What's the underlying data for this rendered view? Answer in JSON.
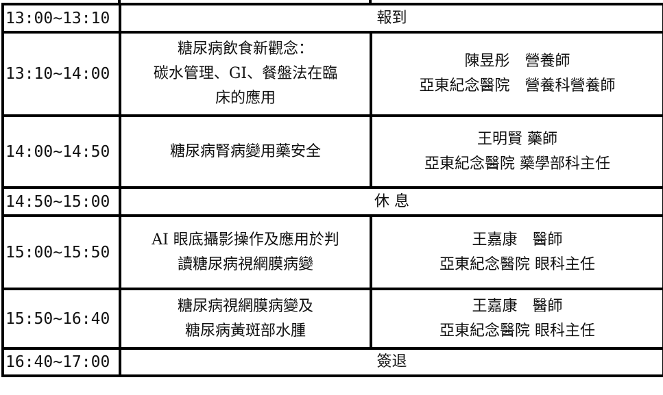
{
  "schedule": {
    "rows": [
      {
        "time": "13:00~13:10",
        "activity": "報到"
      },
      {
        "time": "13:10~14:00",
        "topic": [
          "糖尿病飲食新觀念：",
          "碳水管理、GI、餐盤法在臨",
          "床的應用"
        ],
        "speaker": [
          "陳昱彤　營養師",
          "亞東紀念醫院　營養科營養師"
        ]
      },
      {
        "time": "14:00~14:50",
        "topic": [
          "糖尿病腎病變用藥安全"
        ],
        "speaker": [
          "王明賢 藥師",
          "亞東紀念醫院 藥學部科主任"
        ]
      },
      {
        "time": "14:50~15:00",
        "activity": "休 息"
      },
      {
        "time": "15:00~15:50",
        "topic": [
          "AI 眼底攝影操作及應用於判",
          "讀糖尿病視網膜病變"
        ],
        "speaker": [
          "王嘉康　醫師",
          "亞東紀念醫院 眼科主任"
        ]
      },
      {
        "time": "15:50~16:40",
        "topic": [
          "糖尿病視網膜病變及",
          "糖尿病黃斑部水腫"
        ],
        "speaker": [
          "王嘉康　醫師",
          "亞東紀念醫院 眼科主任"
        ]
      },
      {
        "time": "16:40~17:00",
        "activity": "簽退"
      }
    ]
  }
}
